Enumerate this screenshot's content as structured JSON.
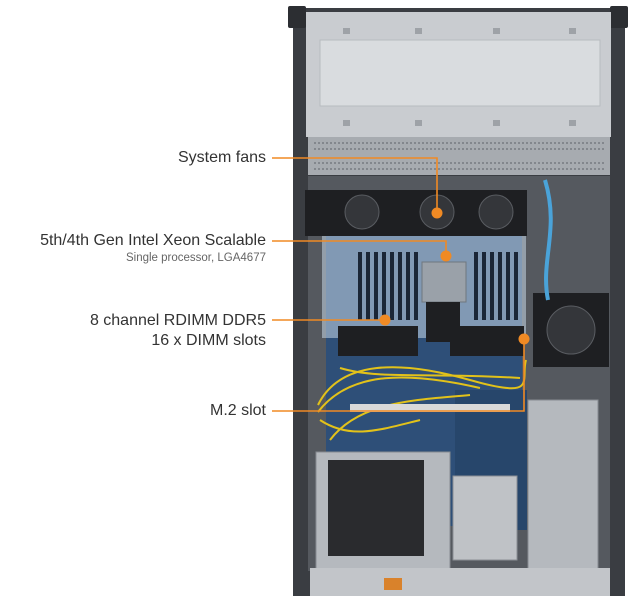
{
  "accent_color": "#f08a24",
  "callouts": [
    {
      "id": "fans",
      "title": "System fans",
      "icon": "fan-icon"
    },
    {
      "id": "cpu",
      "title": "5th/4th Gen Intel Xeon Scalable",
      "subtitle": "Single processor, LGA4677",
      "icon": "cpu-icon"
    },
    {
      "id": "dimm",
      "title_line1": "8 channel RDIMM DDR5",
      "title_line2": "16 x DIMM slots",
      "icon": "memory-icon"
    },
    {
      "id": "m2",
      "title": "M.2 slot",
      "icon": "ssd-icon"
    }
  ]
}
